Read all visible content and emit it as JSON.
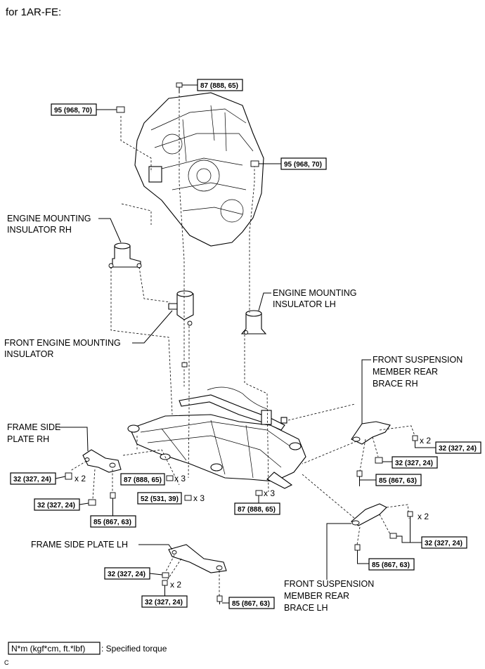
{
  "page": {
    "title": "for 1AR-FE:",
    "corner_code": "C"
  },
  "parts": {
    "engine_mounting_insulator_rh": [
      "ENGINE MOUNTING",
      "INSULATOR RH"
    ],
    "engine_mounting_insulator_lh": [
      "ENGINE MOUNTING",
      "INSULATOR LH"
    ],
    "front_engine_mounting_insulator": [
      "FRONT ENGINE MOUNTING",
      "INSULATOR"
    ],
    "front_suspension_member_rear_brace_rh": [
      "FRONT SUSPENSION",
      "MEMBER REAR",
      "BRACE RH"
    ],
    "front_suspension_member_rear_brace_lh": [
      "FRONT SUSPENSION",
      "MEMBER REAR",
      "BRACE LH"
    ],
    "frame_side_plate_rh": [
      "FRAME SIDE",
      "PLATE RH"
    ],
    "frame_side_plate_lh": [
      "FRAME SIDE PLATE LH"
    ]
  },
  "torques": {
    "t87_top": "87 (888, 65)",
    "t95_left": "95 (968, 70)",
    "t95_right": "95 (968, 70)",
    "t87_center": "87 (888, 65)",
    "t52_center": "52 (531, 39)",
    "t87_lower": "87 (888, 65)",
    "t32_frame_rh_a": "32 (327, 24)",
    "t32_frame_rh_b": "32 (327, 24)",
    "t85_frame_rh": "85 (867, 63)",
    "t32_brace_rh_a": "32 (327, 24)",
    "t32_brace_rh_b": "32 (327, 24)",
    "t85_brace_rh": "85 (867, 63)",
    "t32_brace_lh": "32 (327, 24)",
    "t85_brace_lh": "85 (867, 63)",
    "t32_frame_lh_a": "32 (327, 24)",
    "t32_frame_lh_b": "32 (327, 24)",
    "t85_frame_lh": "85 (867, 63)"
  },
  "multipliers": {
    "x3_center_a": "x 3",
    "x3_center_b": "x 3",
    "x3_lower": "x 3",
    "x2_frame_rh": "x 2",
    "x2_brace_rh": "x 2",
    "x2_brace_lh": "x 2",
    "x2_frame_lh": "x 2"
  },
  "legend": {
    "unit": "N*m (kgf*cm, ft.*lbf)",
    "text": ": Specified torque"
  }
}
